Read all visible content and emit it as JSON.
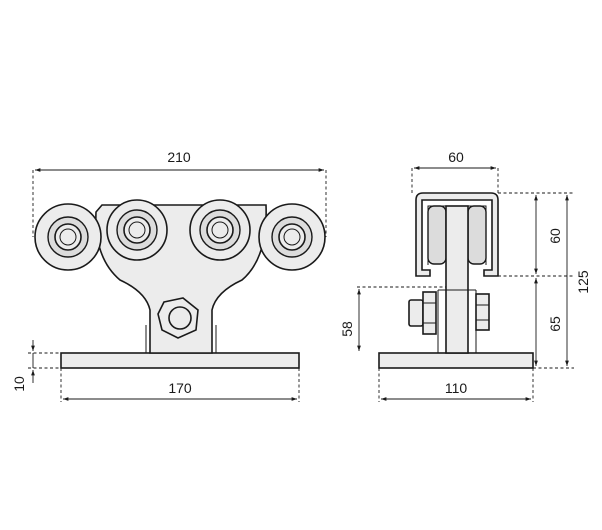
{
  "front_view": {
    "dims": {
      "overall_width": "210",
      "base_width": "170",
      "base_thickness": "10"
    }
  },
  "side_view": {
    "dims": {
      "channel_width": "60",
      "channel_height": "60",
      "total_height": "125",
      "lower_height": "65",
      "bracket_height": "58",
      "base_width": "110"
    }
  }
}
